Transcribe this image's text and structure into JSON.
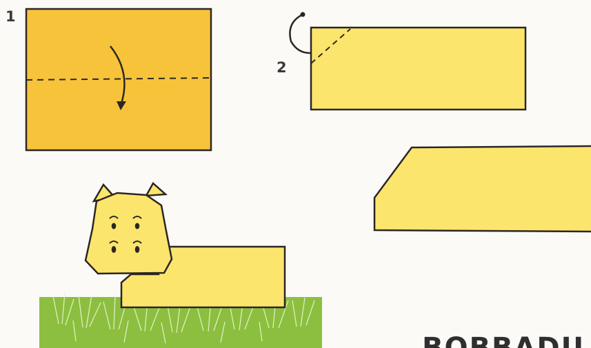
{
  "steps": [
    {
      "number": "1"
    },
    {
      "number": "2"
    }
  ],
  "footer_text": "BOBBADU",
  "colors": {
    "paper_orange": "#f6c33a",
    "paper_yellow": "#fbe56c",
    "outline": "#2b2623",
    "grass": "#8cbf3f",
    "background": "#fbfaf7"
  },
  "icons": [
    "fold-arrow-icon",
    "rotate-arrow-icon",
    "dashed-fold-line-icon"
  ]
}
